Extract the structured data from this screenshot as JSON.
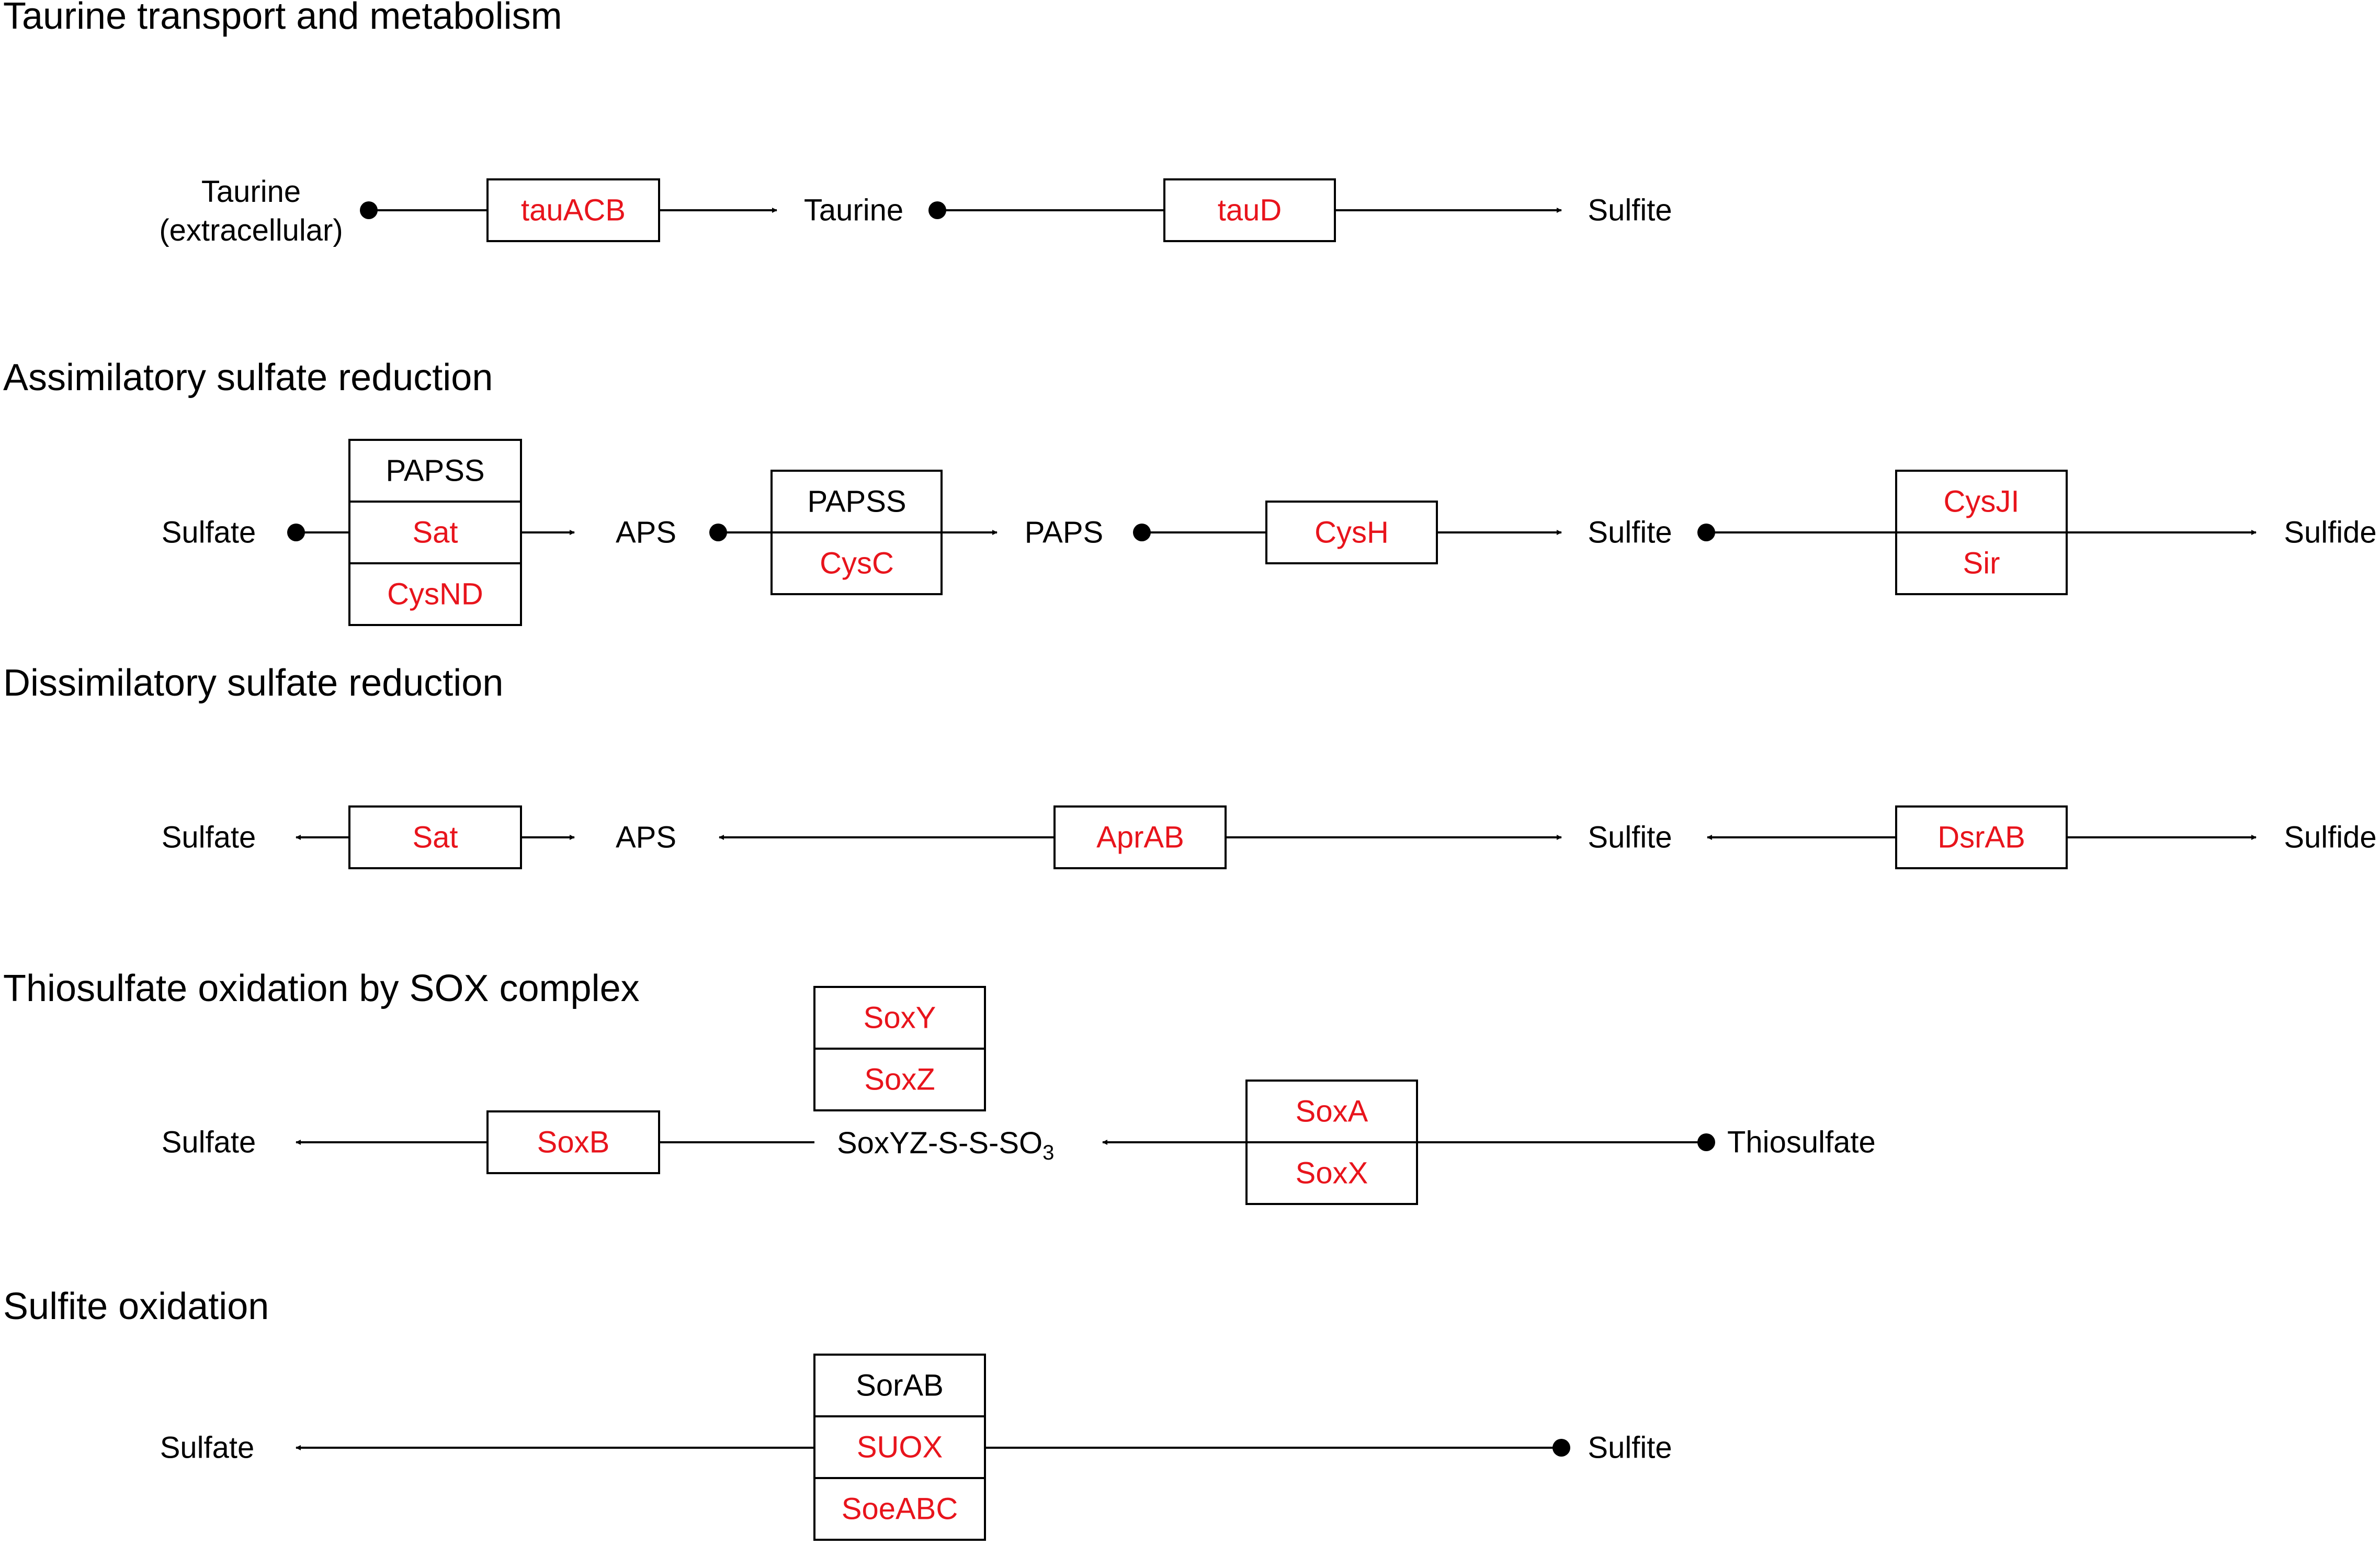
{
  "colors": {
    "highlight": "#e8141c",
    "normal": "#000000"
  },
  "sections": [
    {
      "id": "taurine",
      "title": "Taurine transport and metabolism"
    },
    {
      "id": "assimilatory",
      "title": "Assimilatory sulfate reduction"
    },
    {
      "id": "dissimilatory",
      "title": "Dissimilatory sulfate reduction"
    },
    {
      "id": "sox",
      "title": "Thiosulfate oxidation by SOX complex"
    },
    {
      "id": "sulfite_ox",
      "title": "Sulfite oxidation"
    }
  ],
  "metabolites": {
    "taurine_ext_1": "Taurine",
    "taurine_ext_2": "(extracellular)",
    "taurine": "Taurine",
    "sulfite_t": "Sulfite",
    "sulfate_a": "Sulfate",
    "aps_a": "APS",
    "paps": "PAPS",
    "sulfite_a": "Sulfite",
    "sulfide_a": "Sulfide",
    "sulfate_d": "Sulfate",
    "aps_d": "APS",
    "sulfite_d": "Sulfite",
    "sulfide_d": "Sulfide",
    "sulfate_s": "Sulfate",
    "soxyz_main": "SoxYZ-S-S-SO",
    "soxyz_sub": "3",
    "thiosulfate": "Thiosulfate",
    "sulfate_o": "Sulfate",
    "sulfite_o": "Sulfite"
  },
  "enzymes": [
    {
      "id": "tauACB",
      "label": "tauACB",
      "highlighted": true
    },
    {
      "id": "tauD",
      "label": "tauD",
      "highlighted": true
    },
    {
      "id": "papss_1",
      "label": "PAPSS",
      "highlighted": false
    },
    {
      "id": "sat_a",
      "label": "Sat",
      "highlighted": true
    },
    {
      "id": "cysND",
      "label": "CysND",
      "highlighted": true
    },
    {
      "id": "papss_2",
      "label": "PAPSS",
      "highlighted": false
    },
    {
      "id": "cysC",
      "label": "CysC",
      "highlighted": true
    },
    {
      "id": "cysH",
      "label": "CysH",
      "highlighted": true
    },
    {
      "id": "cysJI",
      "label": "CysJI",
      "highlighted": true
    },
    {
      "id": "sir",
      "label": "Sir",
      "highlighted": true
    },
    {
      "id": "sat_d",
      "label": "Sat",
      "highlighted": true
    },
    {
      "id": "aprAB",
      "label": "AprAB",
      "highlighted": true
    },
    {
      "id": "dsrAB",
      "label": "DsrAB",
      "highlighted": true
    },
    {
      "id": "soxY",
      "label": "SoxY",
      "highlighted": true
    },
    {
      "id": "soxZ",
      "label": "SoxZ",
      "highlighted": true
    },
    {
      "id": "soxB",
      "label": "SoxB",
      "highlighted": true
    },
    {
      "id": "soxA",
      "label": "SoxA",
      "highlighted": true
    },
    {
      "id": "soxX",
      "label": "SoxX",
      "highlighted": true
    },
    {
      "id": "sorAB",
      "label": "SorAB",
      "highlighted": false
    },
    {
      "id": "suox",
      "label": "SUOX",
      "highlighted": true
    },
    {
      "id": "soeABC",
      "label": "SoeABC",
      "highlighted": true
    }
  ]
}
